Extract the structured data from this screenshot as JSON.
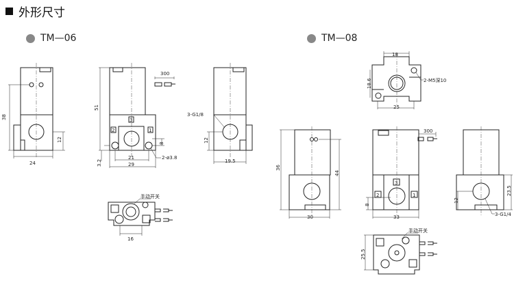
{
  "title": "外形尺寸",
  "models": [
    "TM—06",
    "TM—08"
  ],
  "tm06": {
    "d38": "38",
    "d12a": "12",
    "d24": "24",
    "d51": "51",
    "d300": "300",
    "d8": "8",
    "d21": "21",
    "d29": "29",
    "d32": "3.2",
    "holes": "2-ø3.8",
    "ports": "3-G1/8",
    "d12b": "12",
    "d195": "19.5",
    "manual": "手动开关",
    "d16": "16",
    "p1": "1",
    "p2": "2",
    "p3": "3"
  },
  "tm08": {
    "d18": "18",
    "d186": "18.6",
    "mount": "2-M5深10",
    "d25": "25",
    "d36": "36",
    "d44": "44",
    "d30": "30",
    "d300": "300",
    "d8": "8",
    "d33": "33",
    "d12": "12",
    "d235": "23.5",
    "ports": "3-G1/4",
    "manual": "手动开关",
    "d255": "25.5",
    "p1": "1",
    "p2": "2",
    "p3": "3"
  }
}
